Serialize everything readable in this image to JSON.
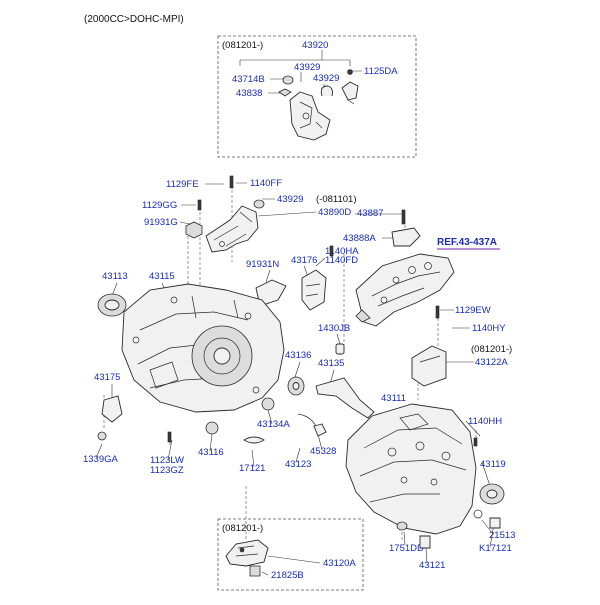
{
  "header": {
    "engine_label": "(2000CC>DOHC-MPI)"
  },
  "top_box": {
    "date": "(081201-)",
    "labels": {
      "p43920": "43920",
      "p43929a": "43929",
      "p43929b": "43929",
      "p43714B": "43714B",
      "p43838": "43838",
      "p1125DA": "1125DA"
    }
  },
  "bottom_box": {
    "date": "(081201-)",
    "labels": {
      "p43120A": "43120A",
      "p21825B": "21825B"
    }
  },
  "reference": {
    "text": "REF.43-437A",
    "color": "#7a1fb0"
  },
  "parts": {
    "p1129FE": "1129FE",
    "p1140FF": "1140FF",
    "p43929c": "43929",
    "p081101": "(-081101)",
    "p1129GG": "1129GG",
    "p43890D": "43890D",
    "p91931G": "91931G",
    "p43887": "43887",
    "p43888A": "43888A",
    "p1140HA": "1140HA",
    "p1140FD": "1140FD",
    "p43113": "43113",
    "p43115": "43115",
    "p91931N": "91931N",
    "p43176": "43176",
    "p1129EW": "1129EW",
    "p1430JB": "1430JB",
    "p1140HY": "1140HY",
    "p081201c": "(081201-)",
    "p43122A": "43122A",
    "p43136": "43136",
    "p43135": "43135",
    "p43175": "43175",
    "p43111": "43111",
    "p1140HH": "1140HH",
    "p43134A": "43134A",
    "p45328": "45328",
    "p1339GA": "1339GA",
    "p43116": "43116",
    "p1123LW": "1123LW",
    "p1123GZ": "1123GZ",
    "p17121": "17121",
    "p43123": "43123",
    "p43119": "43119",
    "p21513": "21513",
    "pK17121": "K17121",
    "p1751DD": "1751DD",
    "p43121": "43121"
  },
  "colors": {
    "label": "#1a2cb4",
    "line": "#2a2a2a",
    "frame": "#555555"
  }
}
